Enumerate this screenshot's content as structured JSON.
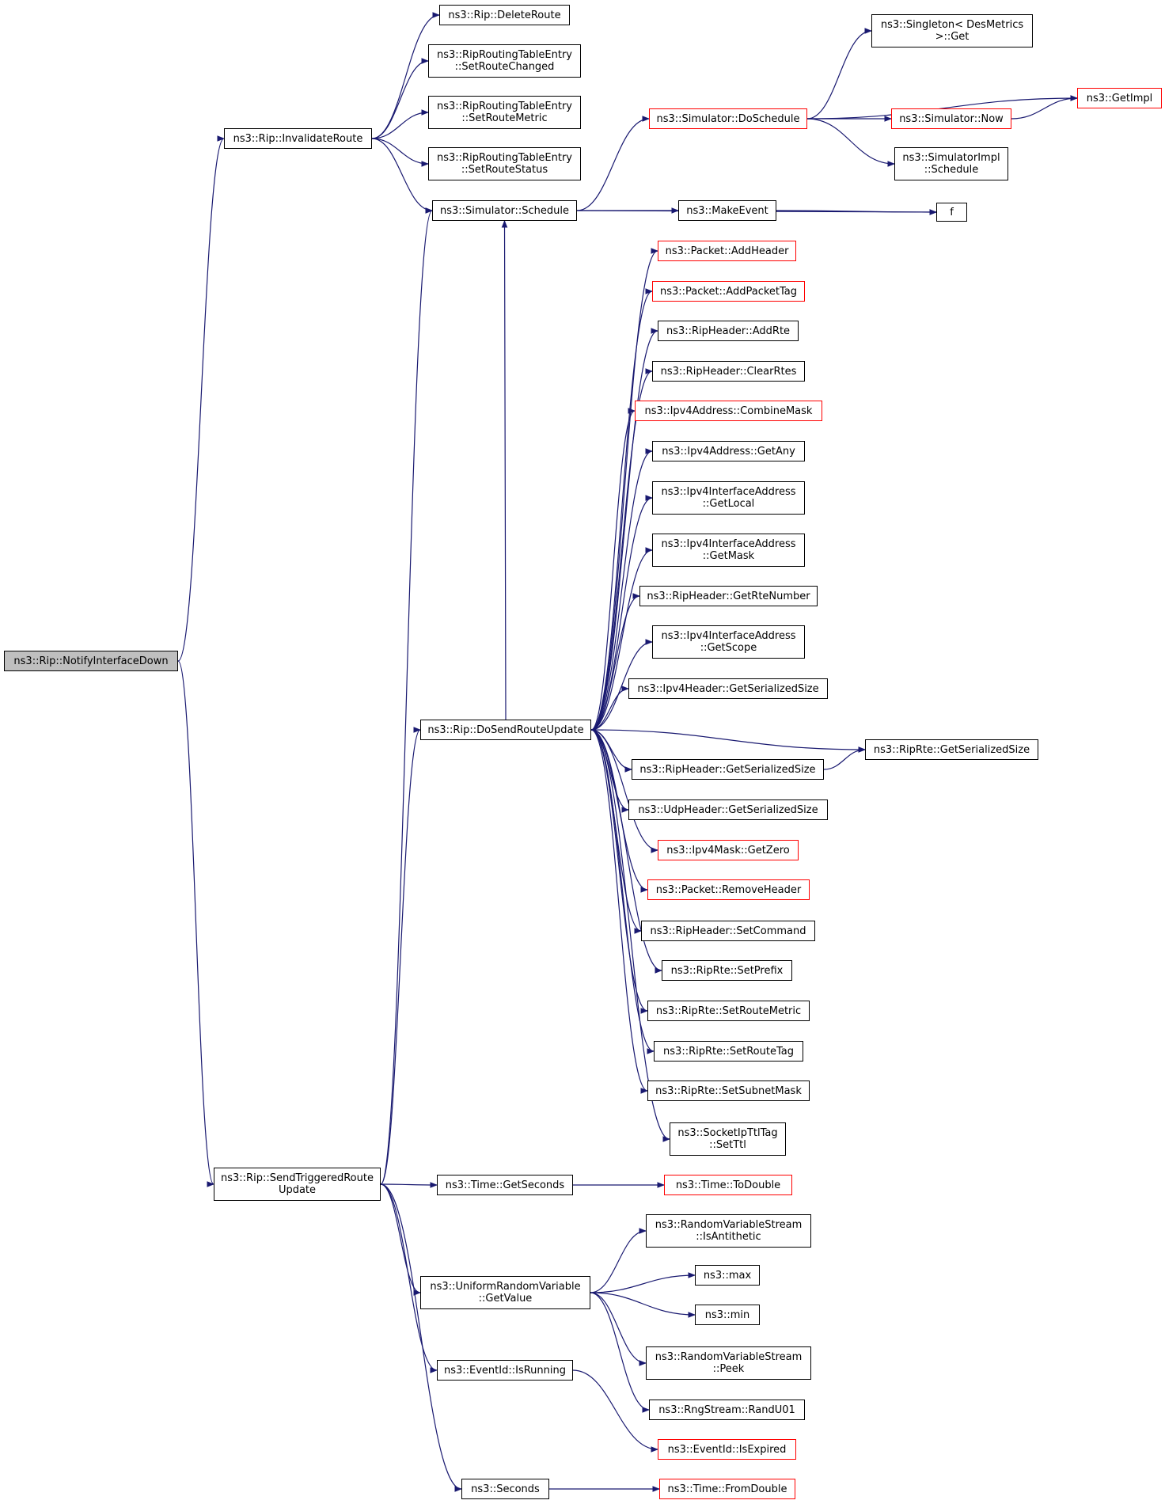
{
  "colors": {
    "edge": "#191970",
    "node_border": "#000000",
    "link_border": "#ff0000",
    "root_fill": "#bfbfbf"
  },
  "nodes": [
    {
      "id": "notify",
      "lines": [
        "ns3::Rip::NotifyInterfaceDown"
      ],
      "root": true
    },
    {
      "id": "invalidate",
      "lines": [
        "ns3::Rip::InvalidateRoute"
      ]
    },
    {
      "id": "deleteroute",
      "lines": [
        "ns3::Rip::DeleteRoute"
      ]
    },
    {
      "id": "setroutechanged",
      "lines": [
        "ns3::RipRoutingTableEntry",
        "::SetRouteChanged"
      ]
    },
    {
      "id": "setroutemetric_e",
      "lines": [
        "ns3::RipRoutingTableEntry",
        "::SetRouteMetric"
      ]
    },
    {
      "id": "setroutestatus",
      "lines": [
        "ns3::RipRoutingTableEntry",
        "::SetRouteStatus"
      ]
    },
    {
      "id": "schedule",
      "lines": [
        "ns3::Simulator::Schedule"
      ]
    },
    {
      "id": "doschedule",
      "lines": [
        "ns3::Simulator::DoSchedule"
      ],
      "linked": true
    },
    {
      "id": "singleton",
      "lines": [
        "ns3::Singleton< DesMetrics",
        ">::Get"
      ]
    },
    {
      "id": "getimpl",
      "lines": [
        "ns3::GetImpl"
      ],
      "linked": true
    },
    {
      "id": "now",
      "lines": [
        "ns3::Simulator::Now"
      ],
      "linked": true
    },
    {
      "id": "simimpl",
      "lines": [
        "ns3::SimulatorImpl",
        "::Schedule"
      ]
    },
    {
      "id": "makeevent",
      "lines": [
        "ns3::MakeEvent"
      ]
    },
    {
      "id": "f",
      "lines": [
        "f"
      ]
    },
    {
      "id": "addheader",
      "lines": [
        "ns3::Packet::AddHeader"
      ],
      "linked": true
    },
    {
      "id": "addpackettag",
      "lines": [
        "ns3::Packet::AddPacketTag"
      ],
      "linked": true
    },
    {
      "id": "addrte",
      "lines": [
        "ns3::RipHeader::AddRte"
      ]
    },
    {
      "id": "clearrtes",
      "lines": [
        "ns3::RipHeader::ClearRtes"
      ]
    },
    {
      "id": "combinemask",
      "lines": [
        "ns3::Ipv4Address::CombineMask"
      ],
      "linked": true
    },
    {
      "id": "getany",
      "lines": [
        "ns3::Ipv4Address::GetAny"
      ]
    },
    {
      "id": "getlocal",
      "lines": [
        "ns3::Ipv4InterfaceAddress",
        "::GetLocal"
      ]
    },
    {
      "id": "getmask",
      "lines": [
        "ns3::Ipv4InterfaceAddress",
        "::GetMask"
      ]
    },
    {
      "id": "getrtenumber",
      "lines": [
        "ns3::RipHeader::GetRteNumber"
      ]
    },
    {
      "id": "getscope",
      "lines": [
        "ns3::Ipv4InterfaceAddress",
        "::GetScope"
      ]
    },
    {
      "id": "ipv4hdrsize",
      "lines": [
        "ns3::Ipv4Header::GetSerializedSize"
      ]
    },
    {
      "id": "dosend",
      "lines": [
        "ns3::Rip::DoSendRouteUpdate"
      ]
    },
    {
      "id": "riprtesize",
      "lines": [
        "ns3::RipRte::GetSerializedSize"
      ]
    },
    {
      "id": "riphdrsize",
      "lines": [
        "ns3::RipHeader::GetSerializedSize"
      ]
    },
    {
      "id": "udphdrsize",
      "lines": [
        "ns3::UdpHeader::GetSerializedSize"
      ]
    },
    {
      "id": "getzero",
      "lines": [
        "ns3::Ipv4Mask::GetZero"
      ],
      "linked": true
    },
    {
      "id": "removeheader",
      "lines": [
        "ns3::Packet::RemoveHeader"
      ],
      "linked": true
    },
    {
      "id": "setcommand",
      "lines": [
        "ns3::RipHeader::SetCommand"
      ]
    },
    {
      "id": "setprefix",
      "lines": [
        "ns3::RipRte::SetPrefix"
      ]
    },
    {
      "id": "setroutemetric_r",
      "lines": [
        "ns3::RipRte::SetRouteMetric"
      ]
    },
    {
      "id": "setroutetag",
      "lines": [
        "ns3::RipRte::SetRouteTag"
      ]
    },
    {
      "id": "setsubnetmask",
      "lines": [
        "ns3::RipRte::SetSubnetMask"
      ]
    },
    {
      "id": "setttl",
      "lines": [
        "ns3::SocketIpTtlTag",
        "::SetTtl"
      ]
    },
    {
      "id": "sendtriggered",
      "lines": [
        "ns3::Rip::SendTriggeredRoute",
        "Update"
      ]
    },
    {
      "id": "getseconds",
      "lines": [
        "ns3::Time::GetSeconds"
      ]
    },
    {
      "id": "todouble",
      "lines": [
        "ns3::Time::ToDouble"
      ],
      "linked": true
    },
    {
      "id": "isantithetic",
      "lines": [
        "ns3::RandomVariableStream",
        "::IsAntithetic"
      ]
    },
    {
      "id": "uniformgetvalue",
      "lines": [
        "ns3::UniformRandomVariable",
        "::GetValue"
      ]
    },
    {
      "id": "max",
      "lines": [
        "ns3::max"
      ]
    },
    {
      "id": "min",
      "lines": [
        "ns3::min"
      ]
    },
    {
      "id": "peek",
      "lines": [
        "ns3::RandomVariableStream",
        "::Peek"
      ]
    },
    {
      "id": "isrunning",
      "lines": [
        "ns3::EventId::IsRunning"
      ]
    },
    {
      "id": "randu01",
      "lines": [
        "ns3::RngStream::RandU01"
      ]
    },
    {
      "id": "isexpired",
      "lines": [
        "ns3::EventId::IsExpired"
      ],
      "linked": true
    },
    {
      "id": "seconds",
      "lines": [
        "ns3::Seconds"
      ]
    },
    {
      "id": "fromdouble",
      "lines": [
        "ns3::Time::FromDouble"
      ],
      "linked": true
    }
  ],
  "edges": [
    [
      "notify",
      "invalidate"
    ],
    [
      "notify",
      "sendtriggered"
    ],
    [
      "invalidate",
      "deleteroute"
    ],
    [
      "invalidate",
      "setroutechanged"
    ],
    [
      "invalidate",
      "setroutemetric_e"
    ],
    [
      "invalidate",
      "setroutestatus"
    ],
    [
      "invalidate",
      "schedule"
    ],
    [
      "schedule",
      "doschedule"
    ],
    [
      "schedule",
      "makeevent"
    ],
    [
      "schedule",
      "f"
    ],
    [
      "doschedule",
      "singleton"
    ],
    [
      "doschedule",
      "getimpl"
    ],
    [
      "doschedule",
      "now"
    ],
    [
      "doschedule",
      "simimpl"
    ],
    [
      "now",
      "getimpl"
    ],
    [
      "makeevent",
      "f"
    ],
    [
      "dosend",
      "schedule"
    ],
    [
      "dosend",
      "addheader"
    ],
    [
      "dosend",
      "addpackettag"
    ],
    [
      "dosend",
      "addrte"
    ],
    [
      "dosend",
      "clearrtes"
    ],
    [
      "dosend",
      "combinemask"
    ],
    [
      "dosend",
      "getany"
    ],
    [
      "dosend",
      "getlocal"
    ],
    [
      "dosend",
      "getmask"
    ],
    [
      "dosend",
      "getrtenumber"
    ],
    [
      "dosend",
      "getscope"
    ],
    [
      "dosend",
      "ipv4hdrsize"
    ],
    [
      "dosend",
      "riprtesize"
    ],
    [
      "dosend",
      "riphdrsize"
    ],
    [
      "dosend",
      "udphdrsize"
    ],
    [
      "dosend",
      "getzero"
    ],
    [
      "dosend",
      "removeheader"
    ],
    [
      "dosend",
      "setcommand"
    ],
    [
      "dosend",
      "setprefix"
    ],
    [
      "dosend",
      "setroutemetric_r"
    ],
    [
      "dosend",
      "setroutetag"
    ],
    [
      "dosend",
      "setsubnetmask"
    ],
    [
      "dosend",
      "setttl"
    ],
    [
      "riphdrsize",
      "riprtesize"
    ],
    [
      "sendtriggered",
      "schedule"
    ],
    [
      "sendtriggered",
      "dosend"
    ],
    [
      "sendtriggered",
      "getseconds"
    ],
    [
      "sendtriggered",
      "uniformgetvalue"
    ],
    [
      "sendtriggered",
      "isrunning"
    ],
    [
      "sendtriggered",
      "seconds"
    ],
    [
      "getseconds",
      "todouble"
    ],
    [
      "uniformgetvalue",
      "isantithetic"
    ],
    [
      "uniformgetvalue",
      "max"
    ],
    [
      "uniformgetvalue",
      "min"
    ],
    [
      "uniformgetvalue",
      "peek"
    ],
    [
      "uniformgetvalue",
      "randu01"
    ],
    [
      "isrunning",
      "isexpired"
    ],
    [
      "seconds",
      "fromdouble"
    ]
  ]
}
